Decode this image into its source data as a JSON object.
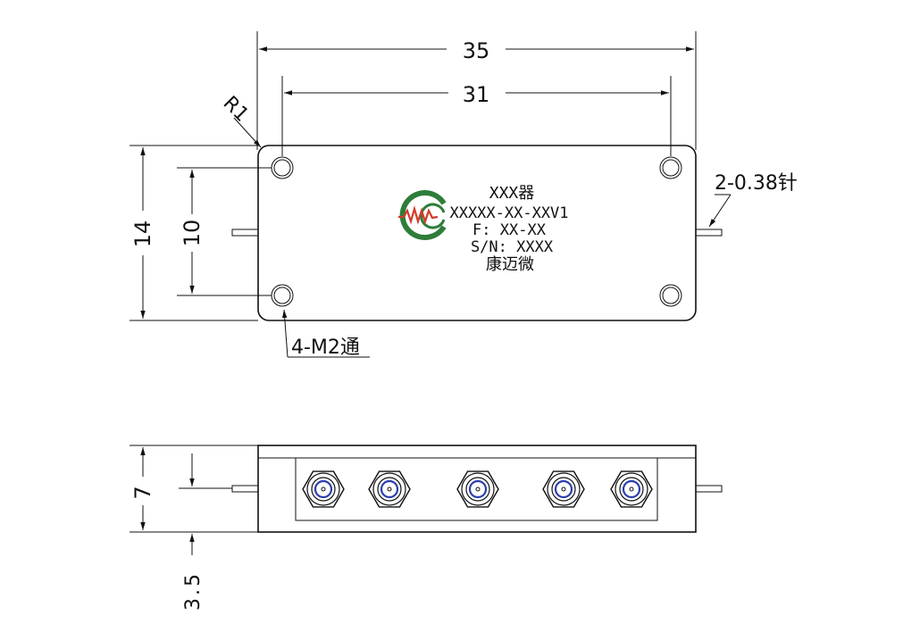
{
  "top_view": {
    "dim_overall_width": "35",
    "dim_hole_spacing_x": "31",
    "dim_overall_height": "14",
    "dim_hole_spacing_y": "10",
    "corner_radius_label": "R1",
    "pin_callout": "2-0.38针",
    "hole_callout": "4-M2通",
    "label": {
      "line1": "XXX器",
      "line2": "XXXXX-XX-XXV1",
      "line3": "F: XX-XX",
      "line4": "S/N: XXXX",
      "line5": "康迈微"
    },
    "logo": {
      "icon": "mw-logo-icon",
      "ring_color": "#2f7d3a",
      "wave_color": "#d23a2a"
    }
  },
  "side_view": {
    "dim_height": "7",
    "dim_pin_offset": "3.5",
    "connector_count": 5,
    "connector_inner_color": "#2b3fb0"
  }
}
